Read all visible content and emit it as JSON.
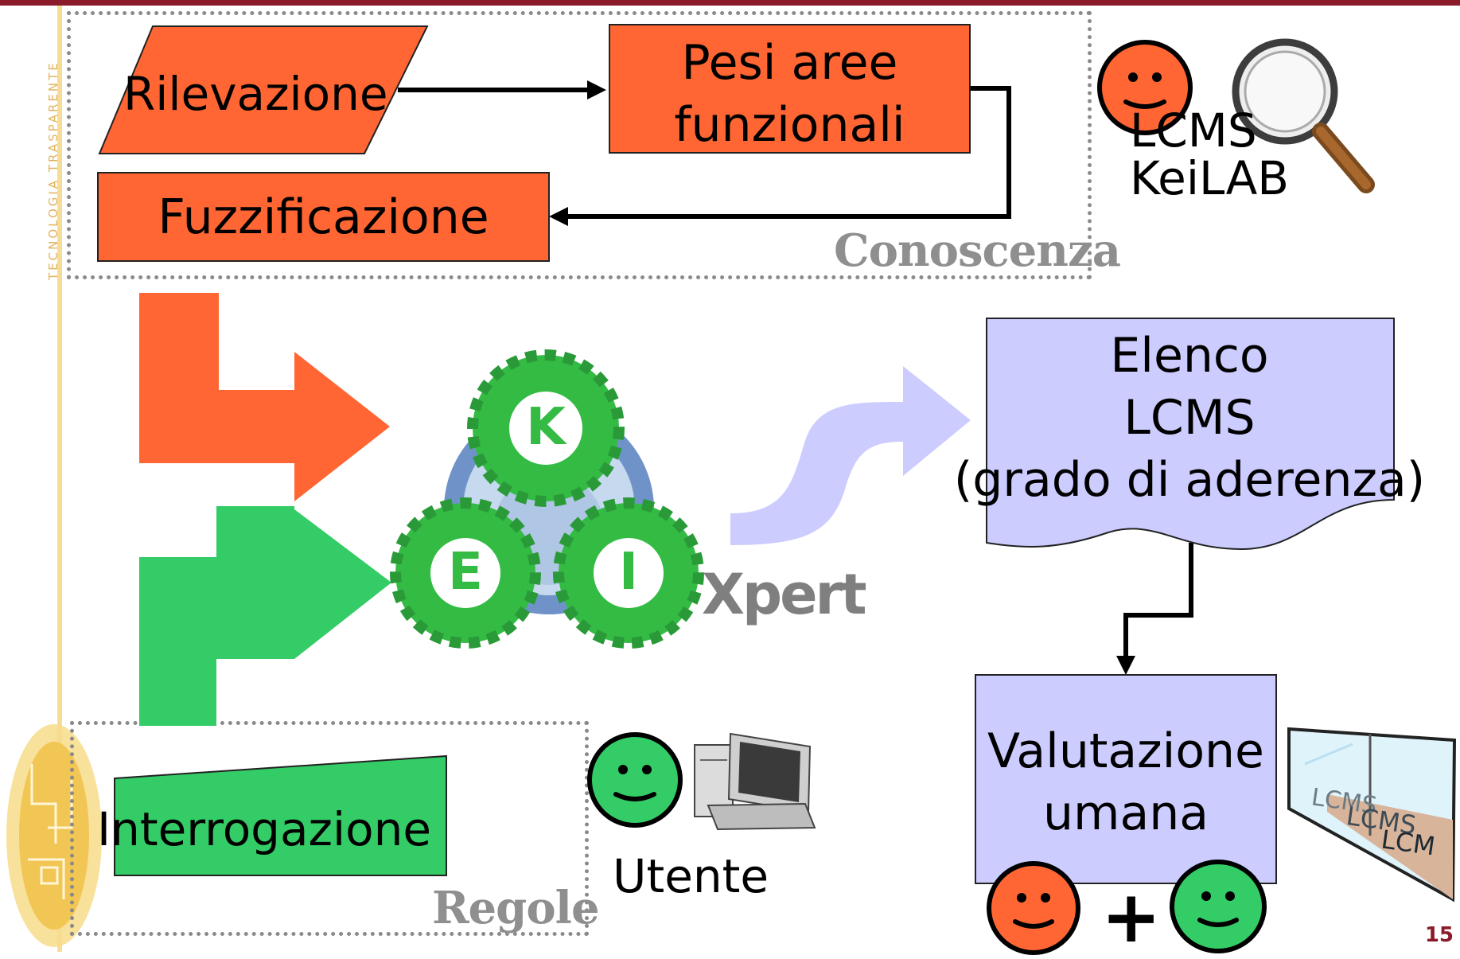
{
  "diagram": {
    "conoscenza_box": {
      "label": "Conoscenza",
      "rilevazione": "Rilevazione",
      "pesi_line1": "Pesi aree",
      "pesi_line2": "funzionali",
      "fuzzificazione": "Fuzzificazione"
    },
    "regole_box": {
      "label": "Regole",
      "interrogazione": "Interrogazione"
    },
    "keilab": "KeiLAB",
    "lcms_magnifier": "LCMS",
    "utente": "Utente",
    "engine": {
      "gear_k": "K",
      "gear_e": "E",
      "gear_i": "I",
      "wordmark": "Xpert"
    },
    "elenco": {
      "line1": "Elenco",
      "line2": "LCMS",
      "line3": "(grado di aderenza)"
    },
    "valutazione": {
      "line1": "Valutazione",
      "line2": "umana",
      "plus": "+"
    },
    "lcms_window": [
      "LCMS",
      "LCMS",
      "LCM"
    ]
  },
  "sidebar_text": "TECNOLOGIA TRASPARENTE",
  "page_number": "15",
  "colors": {
    "orange": "#ff6633",
    "green": "#33cc66",
    "lilac": "#ccccff",
    "brand": "#8b1a2a"
  }
}
